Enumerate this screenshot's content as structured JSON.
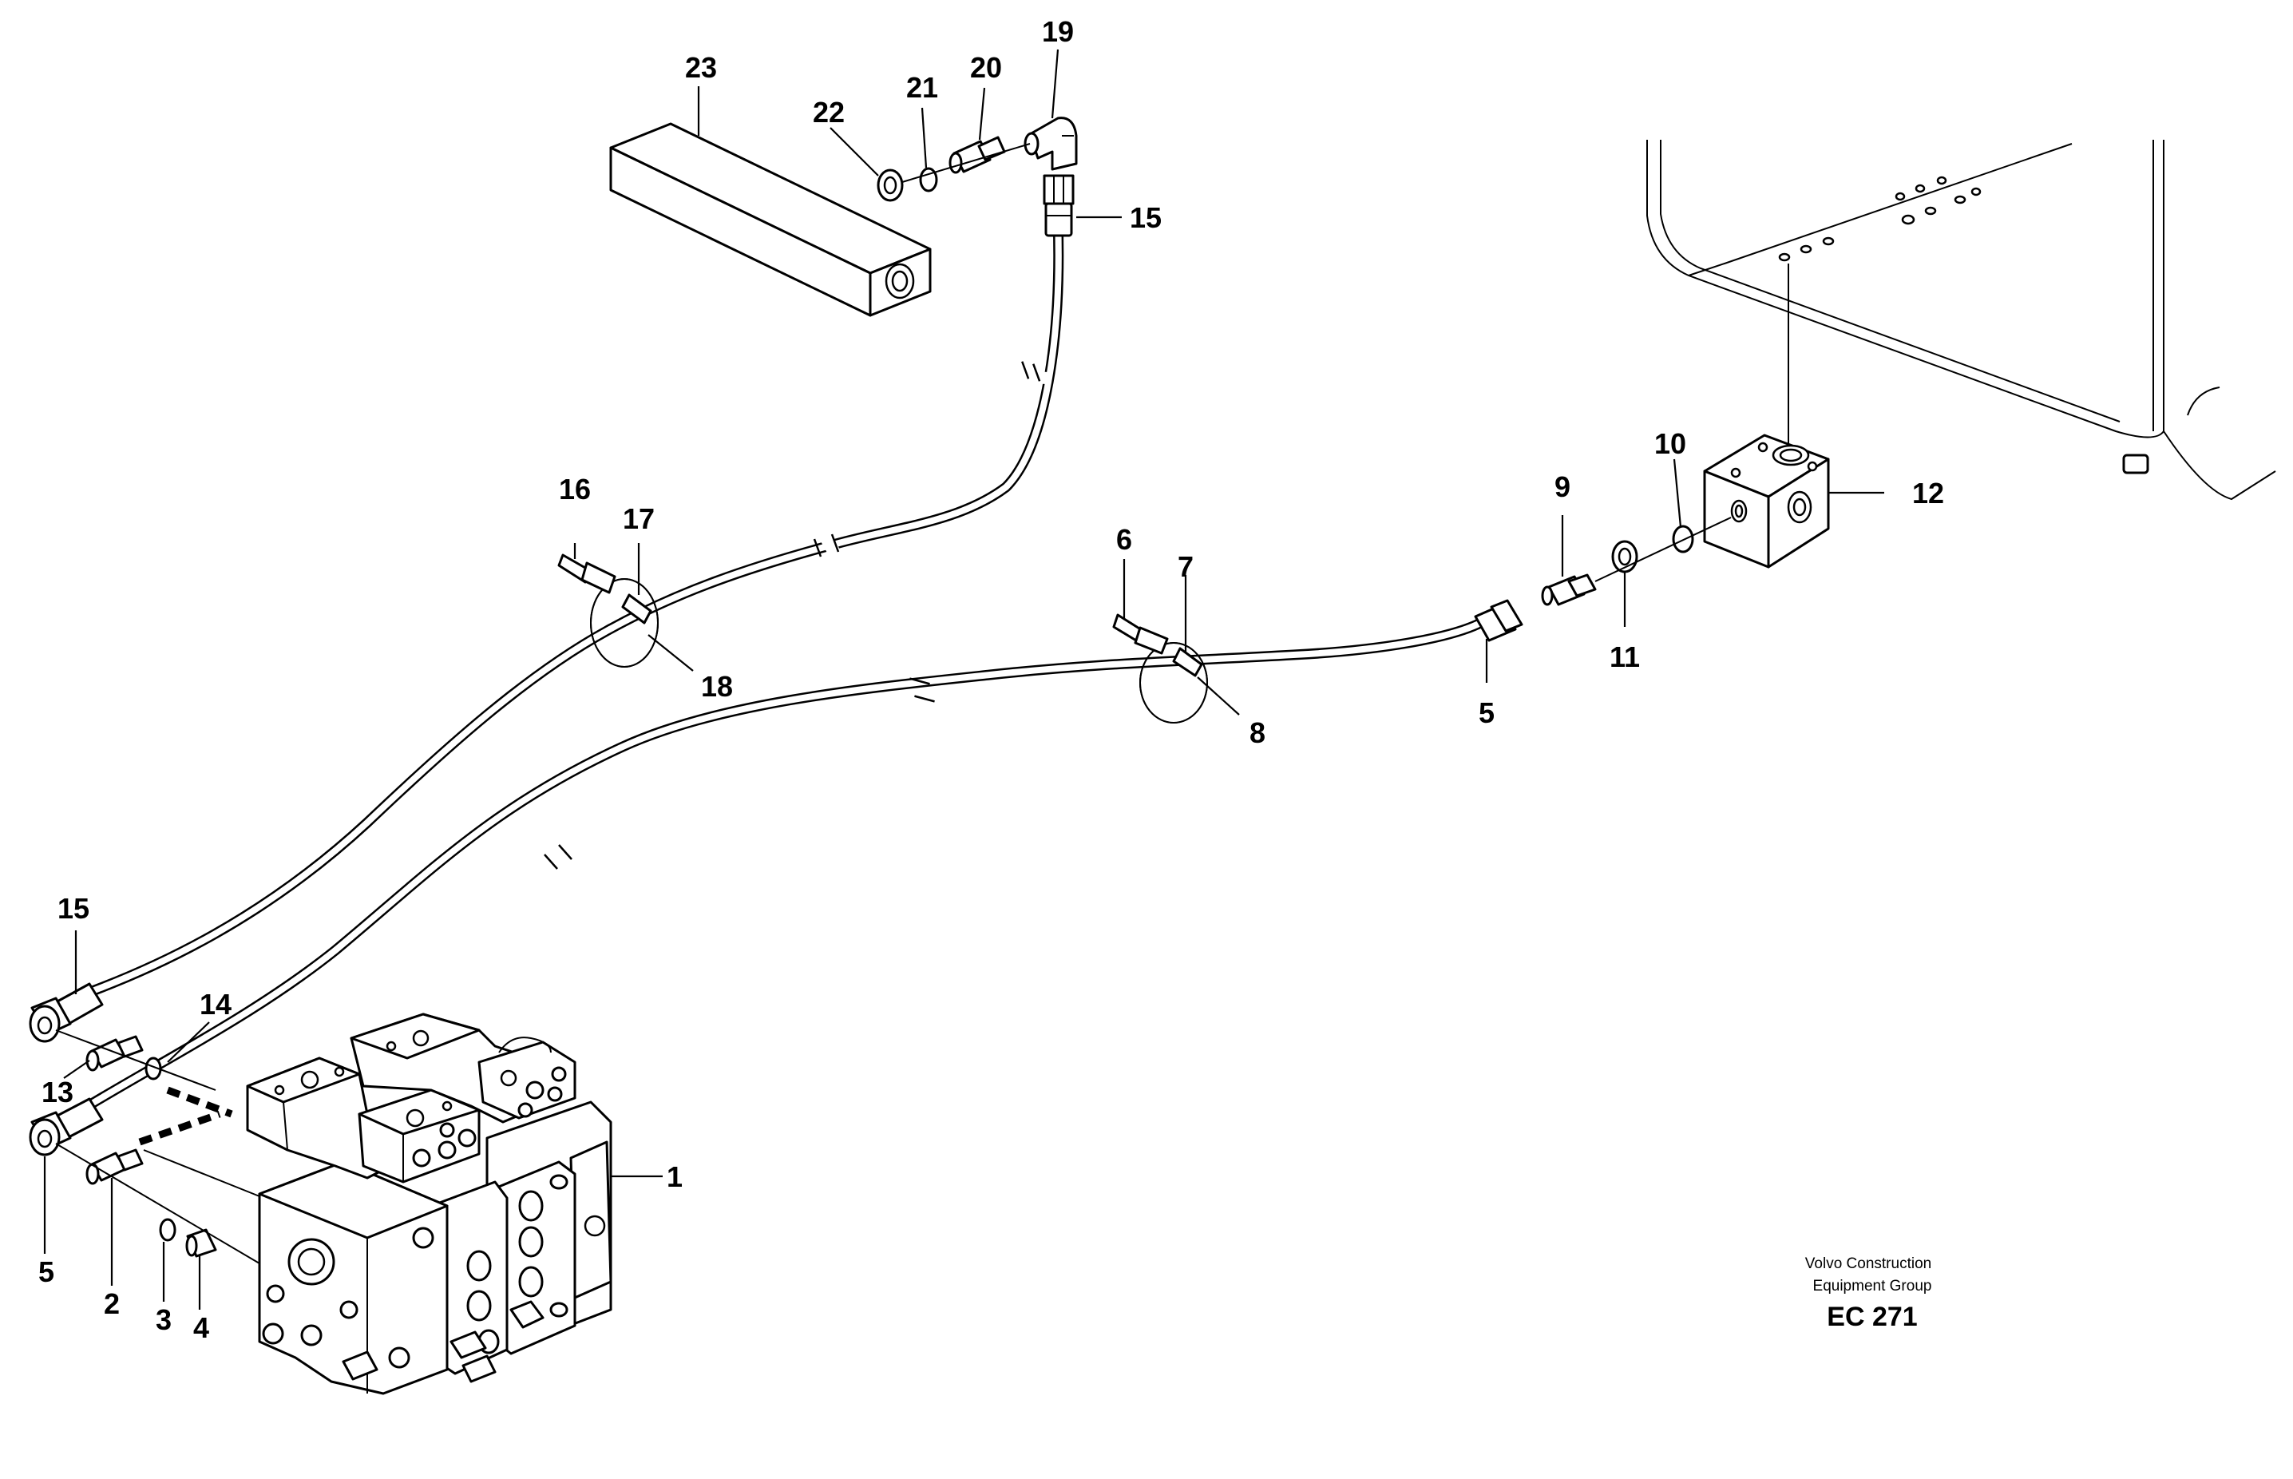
{
  "drawing": {
    "credit_line1": "Volvo Construction",
    "credit_line2": "Equipment Group",
    "code": "EC 271"
  },
  "callouts": {
    "c1": "1",
    "c2": "2",
    "c3": "3",
    "c4": "4",
    "c5a": "5",
    "c5b": "5",
    "c6": "6",
    "c7": "7",
    "c8": "8",
    "c9": "9",
    "c10": "10",
    "c11": "11",
    "c12": "12",
    "c13": "13",
    "c14": "14",
    "c15a": "15",
    "c15b": "15",
    "c16": "16",
    "c17": "17",
    "c18": "18",
    "c19": "19",
    "c20": "20",
    "c21": "21",
    "c22": "22",
    "c23": "23"
  }
}
